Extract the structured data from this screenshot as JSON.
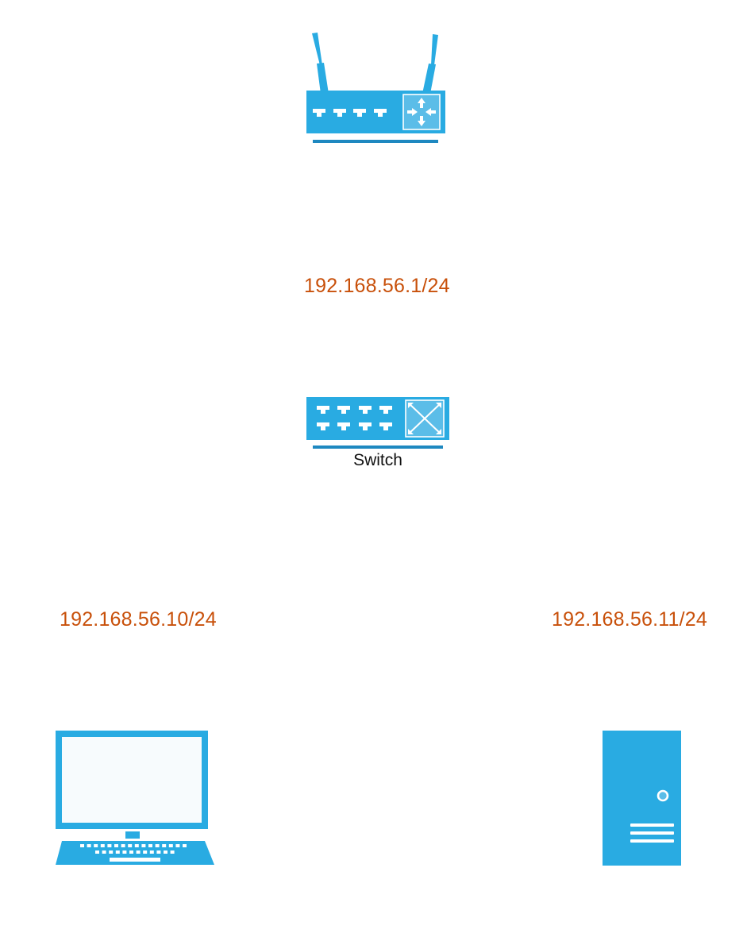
{
  "diagram": {
    "type": "network-topology",
    "colors": {
      "device": "#29abe2",
      "device_dark": "#1e88c0",
      "device_highlight": "#5bbde8",
      "screen": "#f7fbfd",
      "ip_text": "#c8500a",
      "label_text": "#111111"
    },
    "nodes": [
      {
        "id": "router",
        "kind": "router",
        "icon": "router-icon",
        "label": ""
      },
      {
        "id": "switch",
        "kind": "switch",
        "icon": "switch-icon",
        "label": "Switch"
      },
      {
        "id": "laptop",
        "kind": "laptop",
        "icon": "laptop-icon",
        "label": ""
      },
      {
        "id": "server",
        "kind": "server",
        "icon": "server-tower-icon",
        "label": ""
      }
    ],
    "ip_labels": {
      "router": "192.168.56.1/24",
      "laptop": "192.168.56.10/24",
      "server": "192.168.56.11/24"
    }
  }
}
